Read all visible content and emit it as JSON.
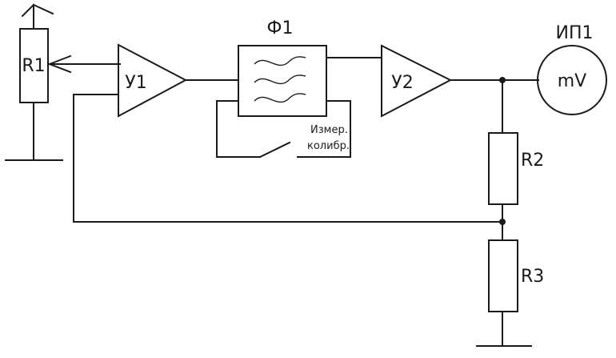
{
  "components": {
    "r1": "R1",
    "u1": "У1",
    "f1": "Ф1",
    "u2": "У2",
    "ip1": "ИП1",
    "meter_unit": "mV",
    "r2": "R2",
    "r3": "R3"
  },
  "switch": {
    "line1": "Измер.",
    "line2": "колибр."
  }
}
